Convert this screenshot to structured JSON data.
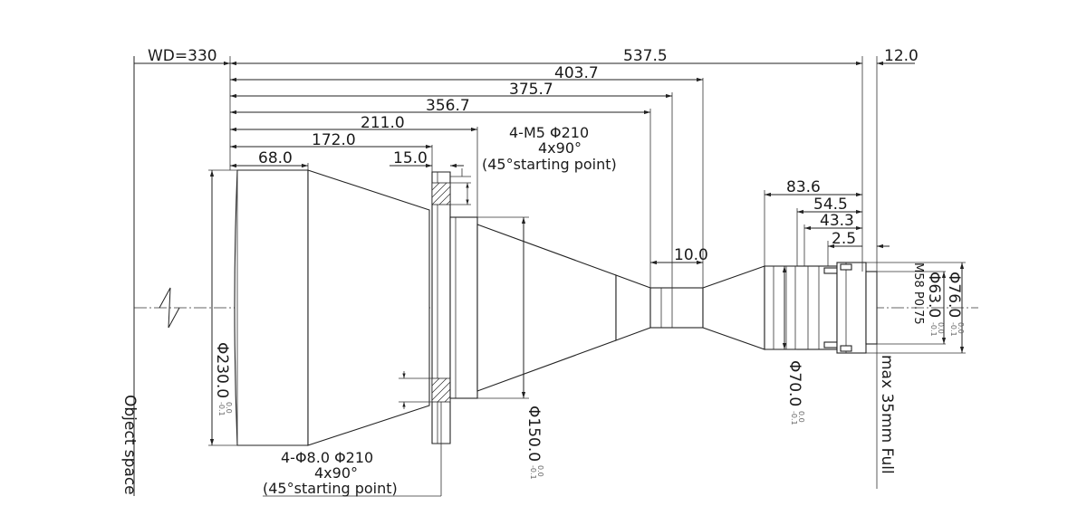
{
  "dimensions": {
    "wd": "WD=330",
    "total_length": "537.5",
    "rear_12": "12.0",
    "d403": "403.7",
    "d375": "375.7",
    "d356": "356.7",
    "d211": "211.0",
    "d172": "172.0",
    "d68": "68.0",
    "d15": "15.0",
    "d10": "10.0",
    "d83": "83.6",
    "d54": "54.5",
    "d43": "43.3",
    "d25": "2.5"
  },
  "notes": {
    "m5_line1": "4-M5 Φ210",
    "m5_line2": "4x90°",
    "m5_line3": "(45°starting point)",
    "hole_line1": "4-Φ8.0  Φ210",
    "hole_line2": "4x90°",
    "hole_line3": "(45°starting point)"
  },
  "diameters": {
    "d230": "Φ230.0",
    "d150": "Φ150.0",
    "d70": "Φ70.0",
    "d63": "Φ63.0",
    "d76": "Φ76.0",
    "thread": "M58 P0.75"
  },
  "tolerances": {
    "upper": "0.0",
    "lower": "-0.1"
  },
  "labels": {
    "object_space": "Object space",
    "sensor": "max 35mm Full"
  }
}
